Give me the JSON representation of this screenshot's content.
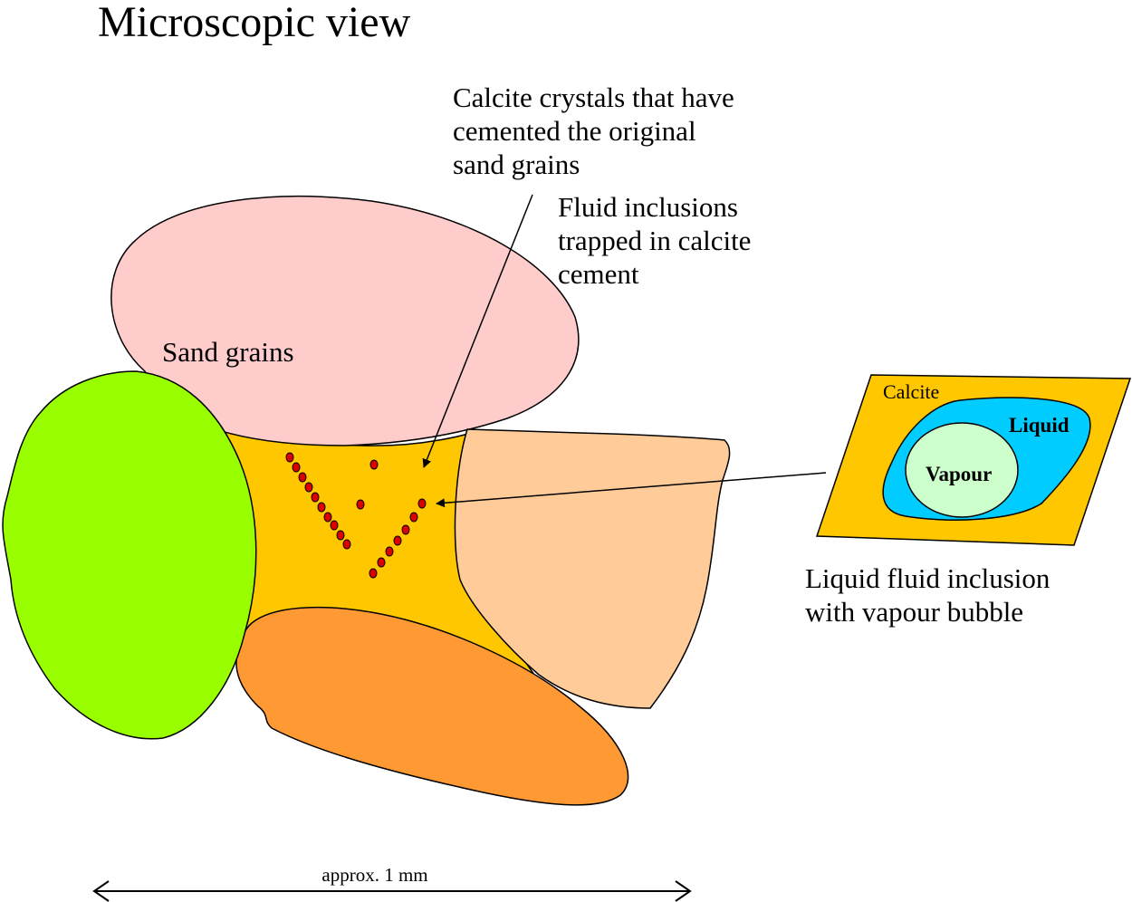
{
  "title": "Microscopic view",
  "labels": {
    "calcite_crystals": [
      "Calcite crystals that have",
      "cemented the original",
      "sand grains"
    ],
    "fluid_inclusions": [
      "Fluid inclusions",
      "trapped in calcite",
      "cement"
    ],
    "sand_grains": "Sand grains",
    "liquid_inclusion": [
      "Liquid fluid inclusion",
      "with vapour bubble"
    ]
  },
  "inset": {
    "calcite": "Calcite",
    "liquid": "Liquid",
    "vapour": "Vapour"
  },
  "scale": "approx. 1 mm",
  "colors": {
    "calcite_cement": "#FFC700",
    "grain_pink": "#FFCCCC",
    "grain_green": "#99FF00",
    "grain_peach": "#FFCC99",
    "grain_orange": "#FF9933",
    "inclusion_dot": "#DD0000",
    "liquid": "#00CCFF",
    "vapour": "#CCFFCC"
  }
}
